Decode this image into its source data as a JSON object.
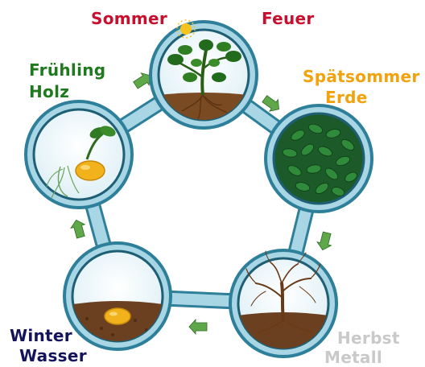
{
  "labels": {
    "summer_season": "Sommer",
    "summer_element": "Feuer",
    "spring_season": "Frühling",
    "spring_element": "Holz",
    "latesummer_season": "Spätsommer",
    "latesummer_element": "Erde",
    "winter_season": "Winter",
    "winter_element": "Wasser",
    "autumn_season": "Herbst",
    "autumn_element": "Metall"
  },
  "colors": {
    "summer": "#c8102e",
    "spring": "#1f7a1f",
    "latesummer": "#f2a20c",
    "winter": "#14145c",
    "autumn": "#c9c9c9",
    "ring": "#9fcfe0",
    "ring_edge": "#2e7f9a",
    "arrow": "#5fa84a"
  }
}
